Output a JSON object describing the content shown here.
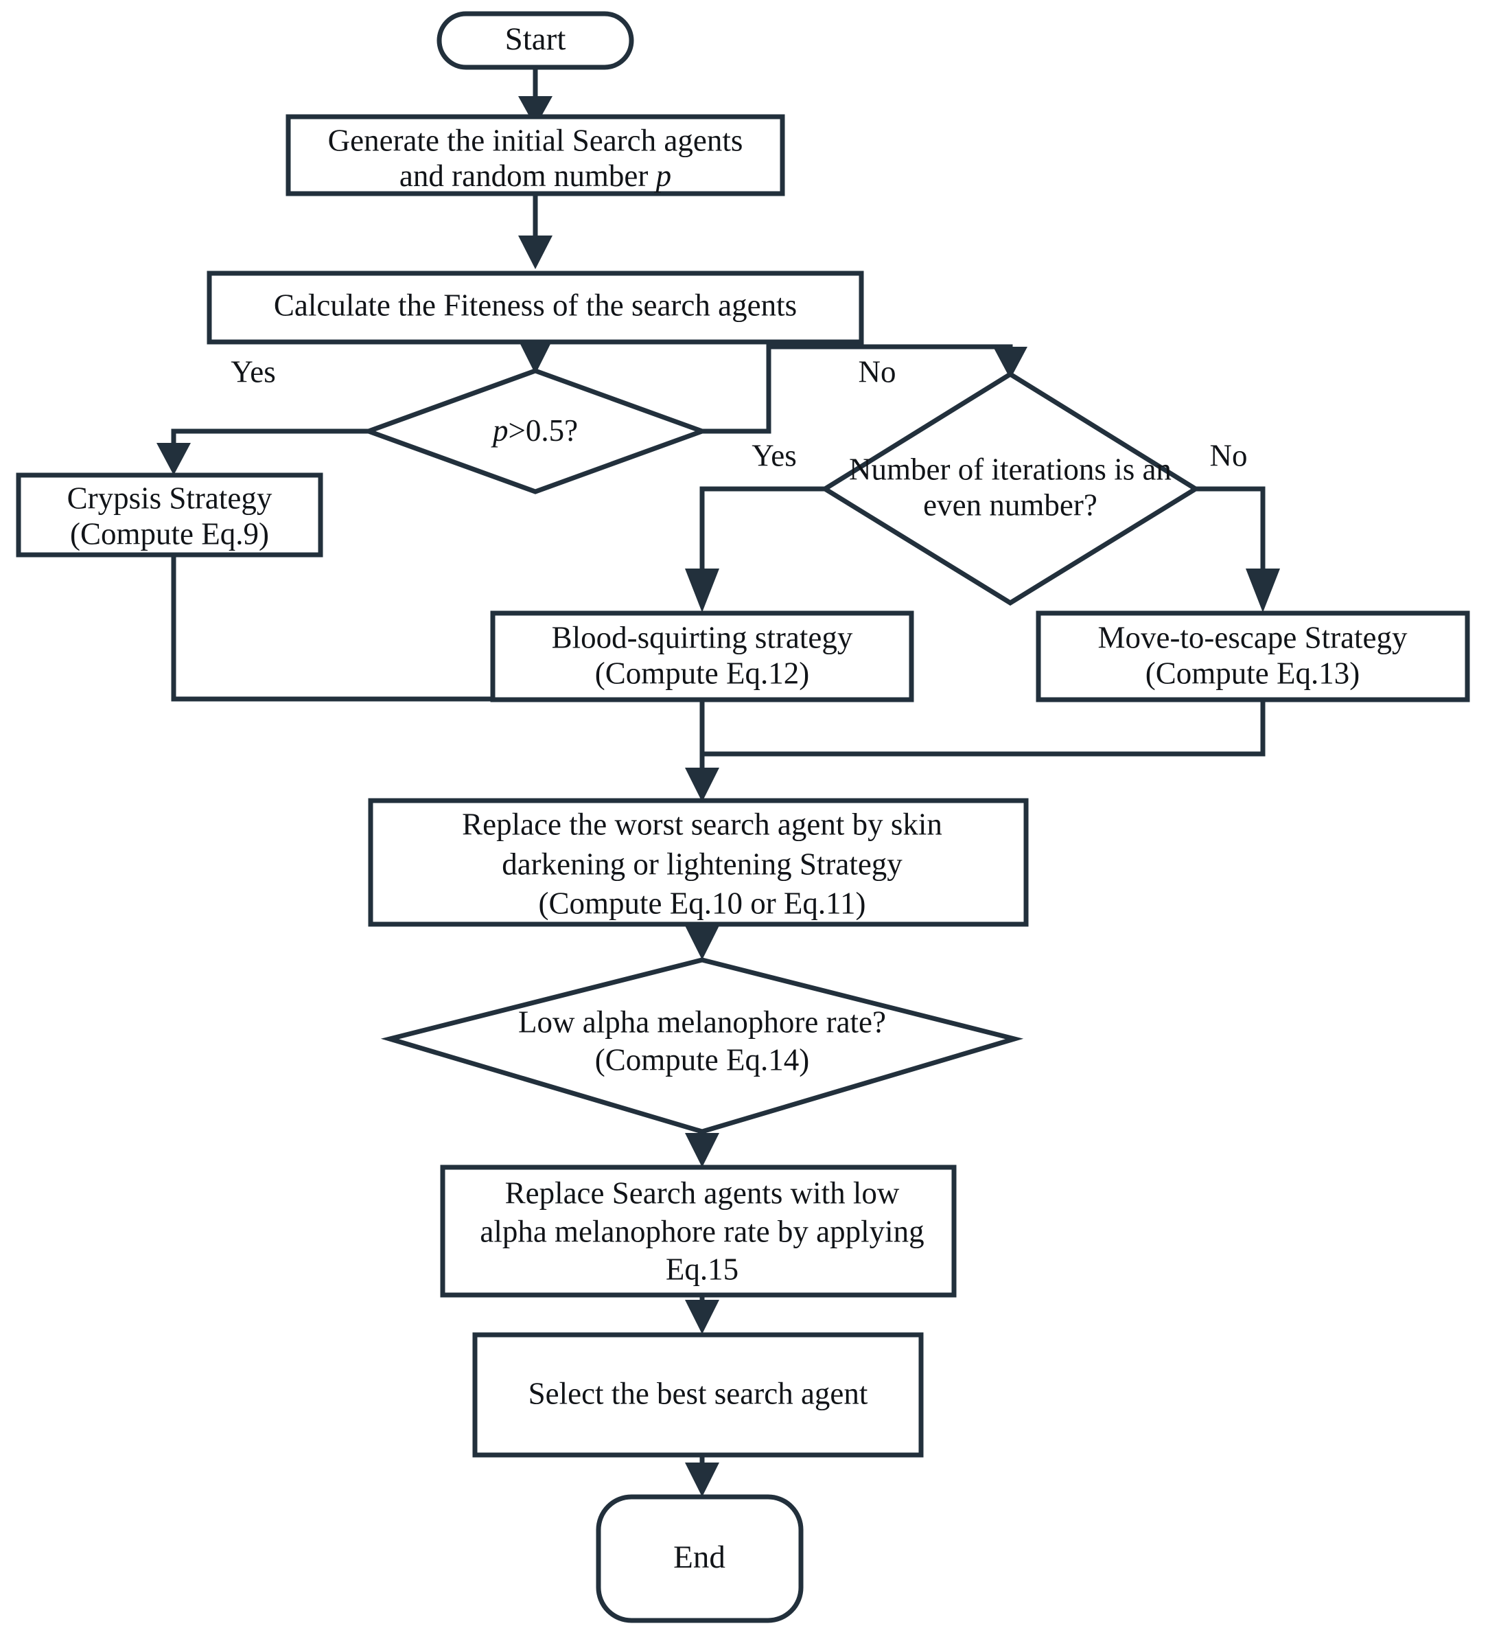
{
  "diagram": {
    "title": "Horned Lizard Optimization Algorithm Flowchart",
    "stroke_color": "#22303c",
    "text_color": "#111418",
    "background_color": "#ffffff"
  },
  "nodes": {
    "start": {
      "type": "terminator",
      "label": "Start"
    },
    "init": {
      "type": "process",
      "line1": "Generate the initial Search agents",
      "line2_pre": "and random number ",
      "line2_var": "p"
    },
    "fitness": {
      "type": "process",
      "line1": "Calculate the Fiteness of the search agents"
    },
    "decision_p": {
      "type": "decision",
      "var": "p",
      "rest": ">0.5?"
    },
    "decision_even": {
      "type": "decision",
      "line1": "Number of iterations is an",
      "line2": "even number?"
    },
    "crypsis": {
      "type": "process",
      "line1": "Crypsis Strategy",
      "line2": "(Compute Eq.9)"
    },
    "blood": {
      "type": "process",
      "line1": "Blood-squirting strategy",
      "line2": "(Compute Eq.12)"
    },
    "escape": {
      "type": "process",
      "line1": "Move-to-escape Strategy",
      "line2": "(Compute  Eq.13)"
    },
    "replace_worst": {
      "type": "process",
      "line1": "Replace the worst search agent by skin",
      "line2": "darkening or lightening Strategy",
      "line3": "(Compute Eq.10 or Eq.11)"
    },
    "decision_alpha": {
      "type": "decision",
      "line1": "Low alpha melanophore rate?",
      "line2": "(Compute Eq.14)"
    },
    "replace_alpha": {
      "type": "process",
      "line1": "Replace Search agents with low",
      "line2": "alpha melanophore rate by applying",
      "line3": "Eq.15"
    },
    "select_best": {
      "type": "process",
      "line1": "Select the best search agent"
    },
    "end": {
      "type": "terminator",
      "label": "End"
    }
  },
  "edge_labels": {
    "p_yes": "Yes",
    "p_no": "No",
    "even_yes": "Yes",
    "even_no": "No"
  }
}
